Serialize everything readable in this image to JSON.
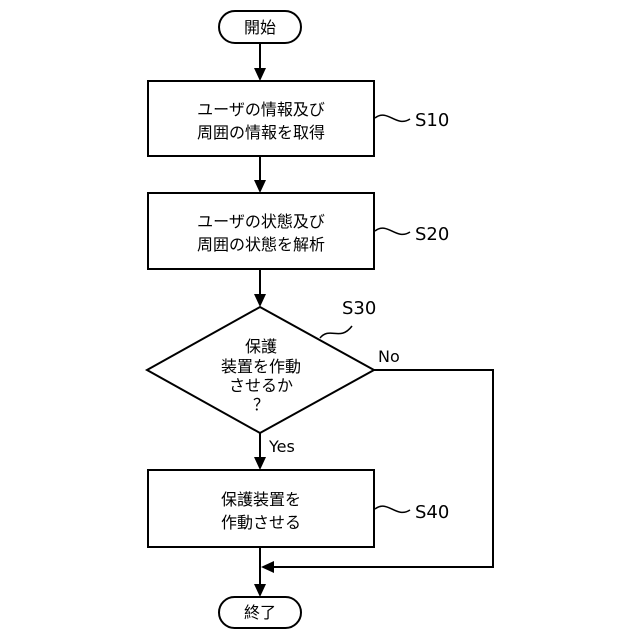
{
  "start": {
    "label": "開始"
  },
  "end": {
    "label": "終了"
  },
  "steps": {
    "s10": {
      "lines": [
        "ユーザの情報及び",
        "周囲の情報を取得"
      ],
      "tag": "S10"
    },
    "s20": {
      "lines": [
        "ユーザの状態及び",
        "周囲の状態を解析"
      ],
      "tag": "S20"
    },
    "s30": {
      "lines": [
        "保護",
        "装置を作動",
        "させるか",
        "？"
      ],
      "tag": "S30",
      "yes": "Yes",
      "no": "No"
    },
    "s40": {
      "lines": [
        "保護装置を",
        "作動させる"
      ],
      "tag": "S40"
    }
  }
}
